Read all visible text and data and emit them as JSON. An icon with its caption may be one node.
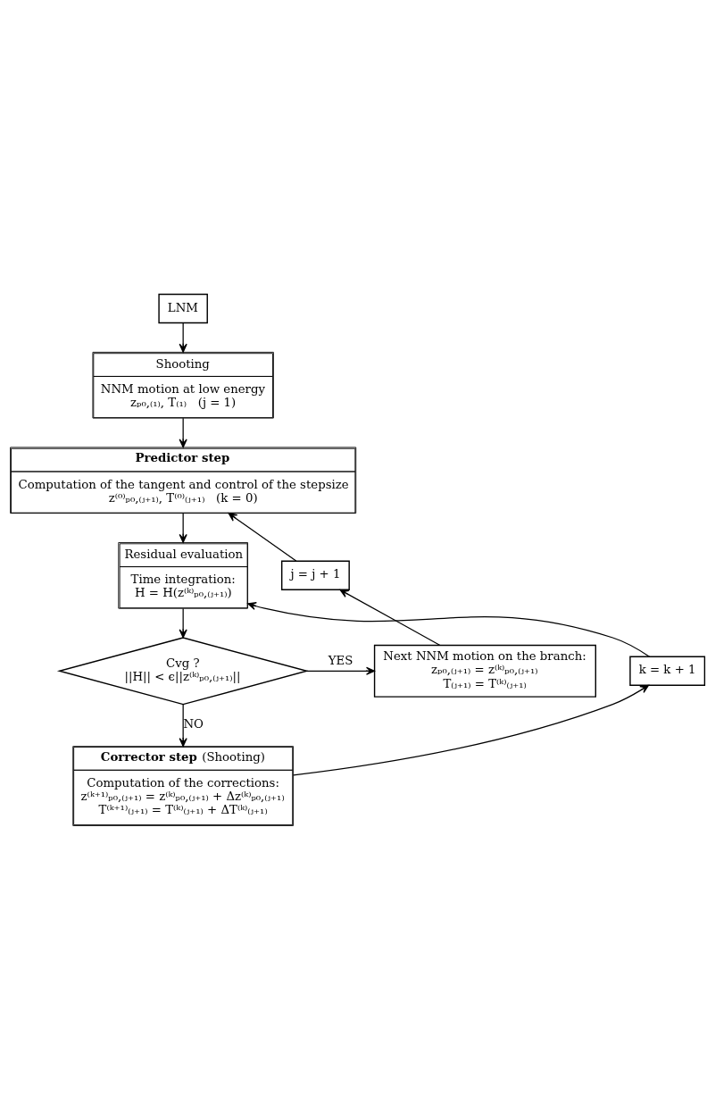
{
  "diagram": {
    "nodes": [
      {
        "text": [
          "LNM"
        ]
      },
      {
        "text": [
          "Shooting",
          "NNM motion at low energy",
          "zₚ₀,₍₁₎, T₍₁₎   (j = 1)"
        ]
      },
      {
        "text": [
          "Predictor step",
          "Computation of the tangent and control of the stepsize",
          "z⁽⁰⁾ₚ₀,₍ⱼ₊₁₎, T⁽⁰⁾₍ⱼ₊₁₎   (k = 0)"
        ]
      },
      {
        "text": [
          "Residual evaluation",
          "Time integration:",
          "H = H(z⁽ᵏ⁾ₚ₀,₍ⱼ₊₁₎)"
        ]
      },
      {
        "text": [
          "Cvg ?",
          "||H|| < ϵ||z⁽ᵏ⁾ₚ₀,₍ⱼ₊₁₎||"
        ]
      },
      {
        "text": [
          "**Corrector step** (Shooting)",
          "Computation of the corrections:",
          "z⁽ᵏ⁺¹⁾ₚ₀,₍ⱼ₊₁₎ = z⁽ᵏ⁾ₚ₀,₍ⱼ₊₁₎ + Δz⁽ᵏ⁾ₚ₀,₍ⱼ₊₁₎",
          "T⁽ᵏ⁺¹⁾₍ⱼ₊₁₎ = T⁽ᵏ⁾₍ⱼ₊₁₎ + ΔT⁽ᵏ⁾₍ⱼ₊₁₎"
        ]
      },
      {
        "text": [
          "Next NNM motion on the branch:",
          "zₚ₀,₍ⱼ₊₁₎ = z⁽ᵏ⁾ₚ₀,₍ⱼ₊₁₎",
          "T₍ⱼ₊₁₎ = T⁽ᵏ⁾₍ⱼ₊₁₎"
        ]
      },
      {
        "text": [
          "j = j + 1"
        ]
      },
      {
        "text": [
          "k = k + 1"
        ]
      }
    ],
    "edges": [
      {
        "from": 0,
        "to": 1,
        "arrow": "to"
      },
      {
        "from": 1,
        "to": 2,
        "arrow": "to"
      },
      {
        "from": 2,
        "to": 3,
        "arrow": "to"
      },
      {
        "from": 3,
        "to": 4,
        "arrow": "to"
      },
      {
        "from": 4,
        "to": 6,
        "arrow": "to",
        "label": "YES"
      },
      {
        "from": 4,
        "to": 5,
        "arrow": "to",
        "label": "NO"
      },
      {
        "from": 5,
        "to": 8,
        "arrow": "to"
      },
      {
        "from": 8,
        "to": 3,
        "arrow": "to"
      },
      {
        "from": 6,
        "to": 7,
        "arrow": "to"
      },
      {
        "from": 7,
        "to": 2,
        "arrow": "to"
      }
    ]
  }
}
